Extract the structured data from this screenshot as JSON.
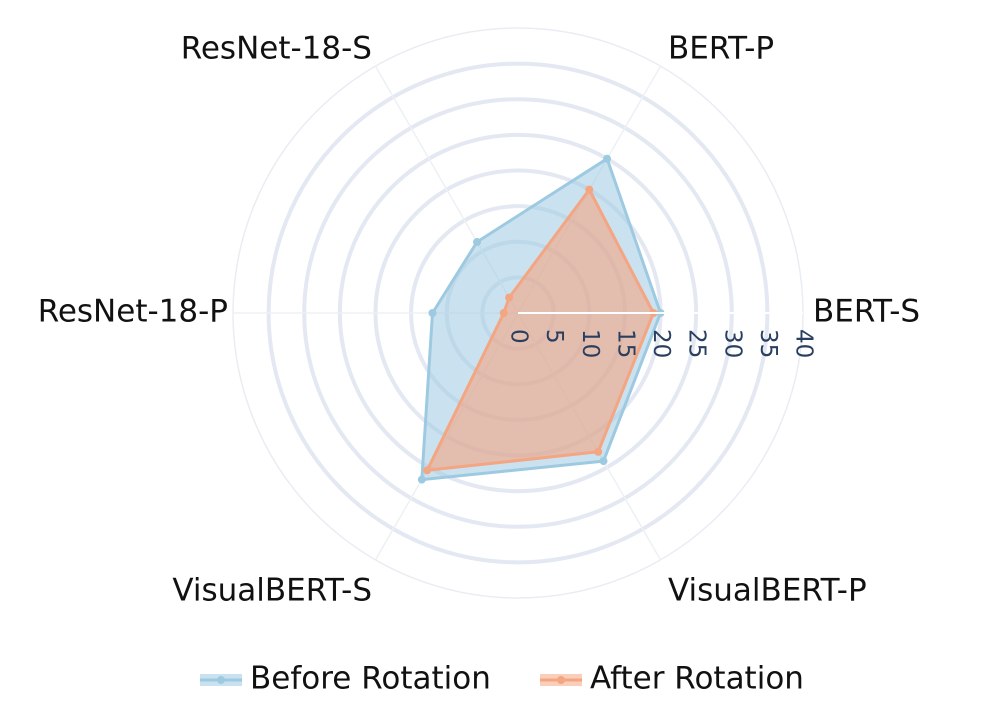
{
  "chart_data": {
    "type": "radar",
    "categories": [
      "BERT-S",
      "BERT-P",
      "ResNet-18-S",
      "ResNet-18-P",
      "VisualBERT-S",
      "VisualBERT-P"
    ],
    "radial_ticks": [
      "0",
      "5",
      "10",
      "15",
      "20",
      "25",
      "30",
      "35",
      "40"
    ],
    "rlim": [
      0,
      40
    ],
    "series": [
      {
        "name": "Before Rotation",
        "values": [
          20,
          25,
          11.5,
          12,
          27,
          24
        ],
        "color": "#9ecae1"
      },
      {
        "name": "After Rotation",
        "values": [
          19,
          20,
          2.5,
          2,
          25.5,
          22.5
        ],
        "color": "#f4a582"
      }
    ],
    "grid": true,
    "legend_position": "bottom-center"
  }
}
